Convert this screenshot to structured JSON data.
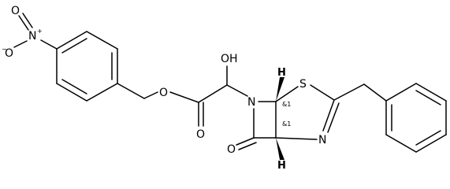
{
  "diagram": {
    "type": "chemical-structure",
    "atoms": {
      "nitro_n": "N",
      "nitro_o_top": "O",
      "nitro_o_bottom": "O",
      "nitro_plus": "+",
      "nitro_minus": "−",
      "ester_o": "O",
      "hydroxyl": "OH",
      "carbonyl_o_ester": "O",
      "lactam_n": "N",
      "lactam_o": "O",
      "sulfur": "S",
      "imine_n": "N",
      "stereo_h_top": "H",
      "stereo_h_bottom": "H"
    },
    "stereo_labels": {
      "upper": "&1",
      "lower": "&1"
    }
  }
}
